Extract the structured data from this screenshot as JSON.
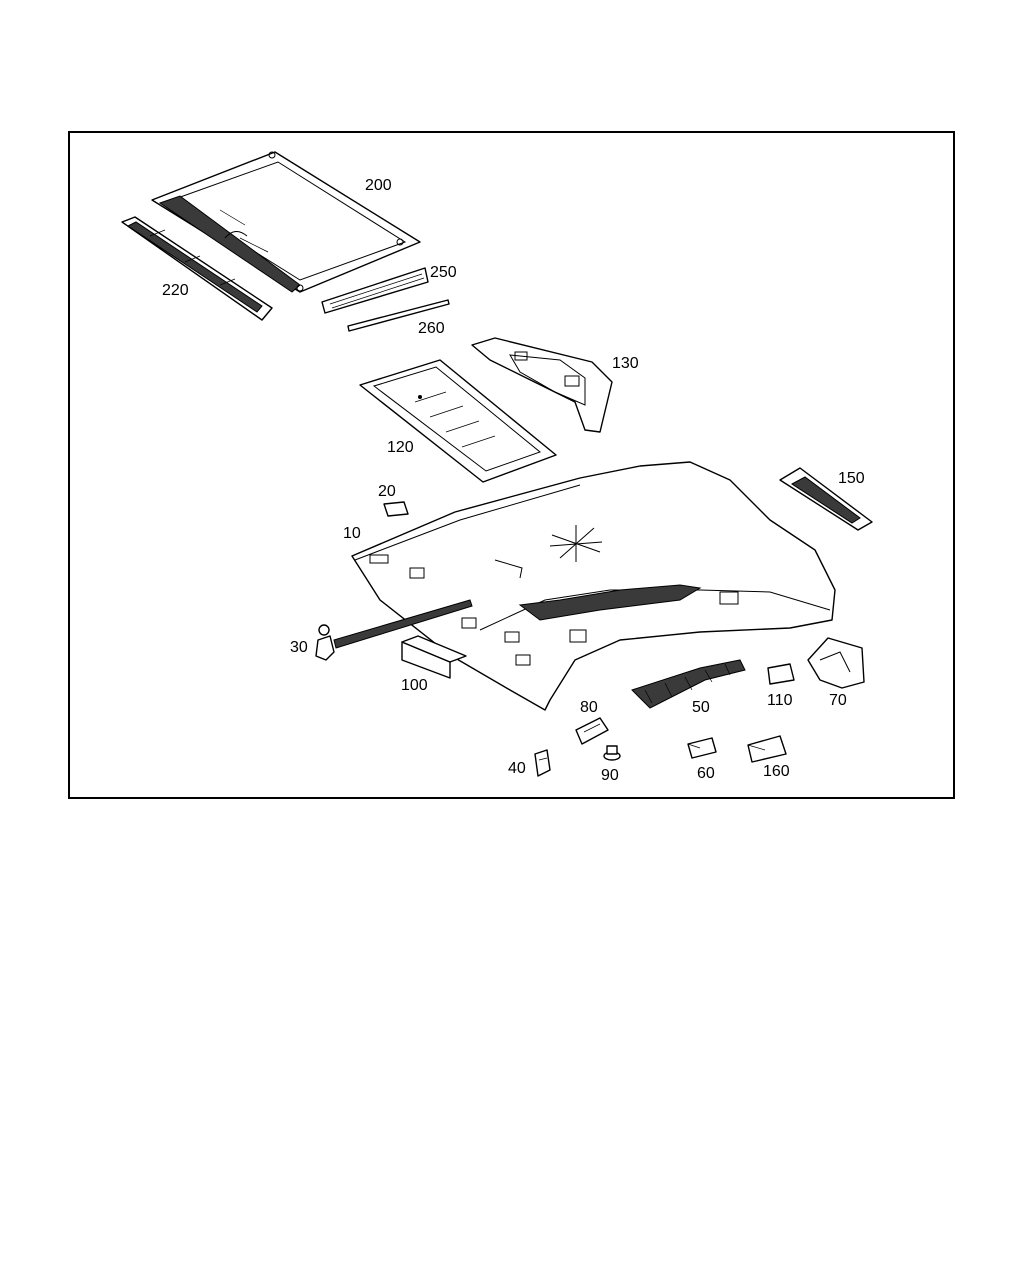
{
  "colors": {
    "line": "#000000",
    "background": "#ffffff",
    "shade": "#3a3a3a"
  },
  "callouts": {
    "p10": "10",
    "p20": "20",
    "p30": "30",
    "p40": "40",
    "p50": "50",
    "p60": "60",
    "p70": "70",
    "p80": "80",
    "p90": "90",
    "p100": "100",
    "p110": "110",
    "p120": "120",
    "p130": "130",
    "p150": "150",
    "p160": "160",
    "p200": "200",
    "p220": "220",
    "p250": "250",
    "p260": "260"
  }
}
